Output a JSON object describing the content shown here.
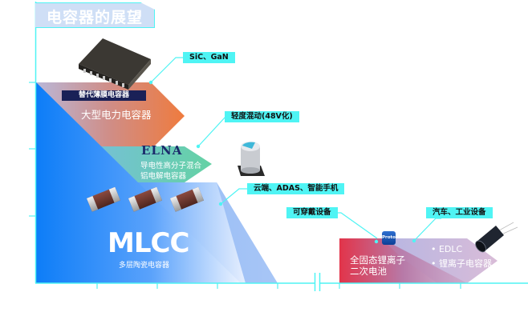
{
  "title": "电容器的展望",
  "colors": {
    "accent_cyan": "#4ff4f4",
    "mlcc_blue": "#1a86ff",
    "power_orange": "#ee7f45",
    "polymer_teal": "#6fd6b0",
    "battery_red": "#e0334a",
    "edlc_lilac": "#c9b6d8",
    "navy": "#1a2157"
  },
  "segments": {
    "power_film": {
      "badge": "替代薄膜电容器",
      "label": "大型电力电容器",
      "callout": "SiC、GaN",
      "icon": "smd-power-module-icon"
    },
    "polymer_aluminum": {
      "brand": "ELNA",
      "label_line1": "导电性高分子混合",
      "label_line2": "铝电解电容器",
      "callout": "轻度混动(48V化)",
      "icon": "aluminum-capacitor-icon"
    },
    "mlcc": {
      "label": "MLCC",
      "sublabel": "多层陶瓷电容器",
      "callout": "云端、ADAS、智能手机",
      "icon": "chip-capacitor-icon"
    },
    "solid_battery": {
      "label_line1": "全固态锂离子",
      "label_line2": "二次电池",
      "callout": "可穿戴设备",
      "badge": "Proto"
    },
    "edlc": {
      "bullet1": "• EDLC",
      "bullet2": "• 锂离子电容器",
      "callout": "汽车、工业设备",
      "icon": "cylindrical-capacitor-icon"
    }
  }
}
